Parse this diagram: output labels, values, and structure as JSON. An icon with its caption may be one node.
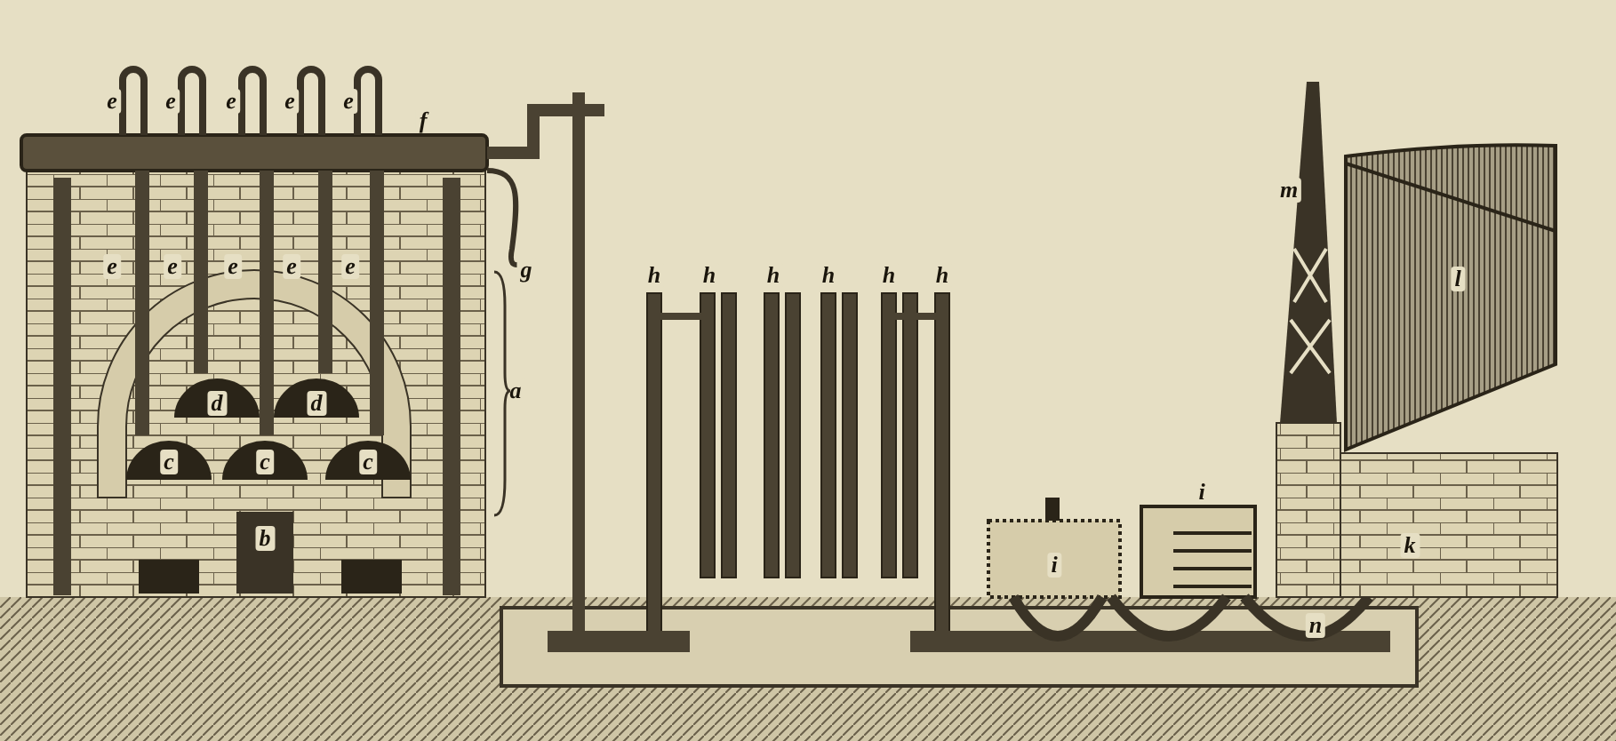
{
  "diagram": {
    "labels": [
      "e",
      "e",
      "e",
      "e",
      "e",
      "f",
      "m",
      "e",
      "e",
      "e",
      "e",
      "e",
      "g",
      "h",
      "h",
      "h",
      "h",
      "h",
      "h",
      "l",
      "a",
      "d",
      "d",
      "c",
      "c",
      "c",
      "i",
      "b",
      "k",
      "i",
      "n"
    ]
  }
}
